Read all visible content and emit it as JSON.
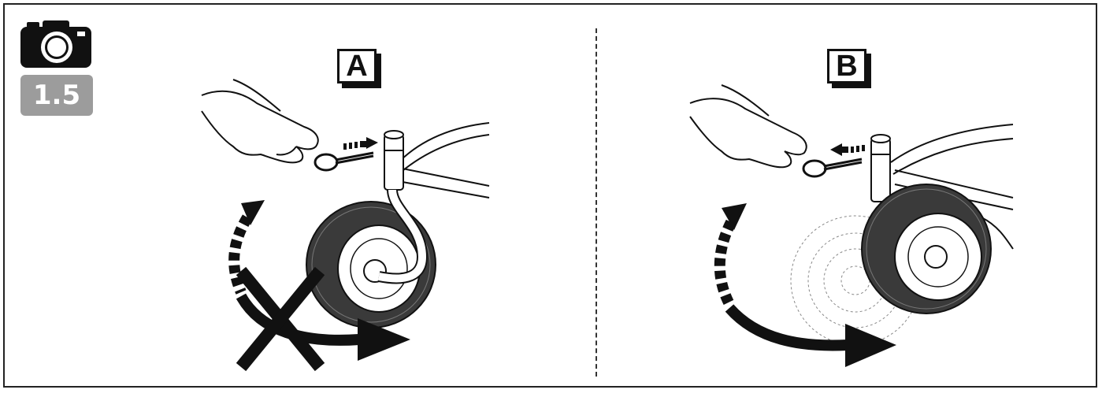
{
  "badge": {
    "step": "1.5",
    "bg_color": "#9c9c9c"
  },
  "camera": {
    "icon": "camera-icon",
    "color": "#111111"
  },
  "panels": [
    {
      "id": "A",
      "label": "A",
      "status": "wrong",
      "status_icon": "cross-icon"
    },
    {
      "id": "B",
      "label": "B",
      "status": "correct"
    }
  ],
  "colors": {
    "ink": "#111111",
    "tire": "#3a3a3a",
    "hand_fill": "#ffffff",
    "cross": "#111111"
  }
}
